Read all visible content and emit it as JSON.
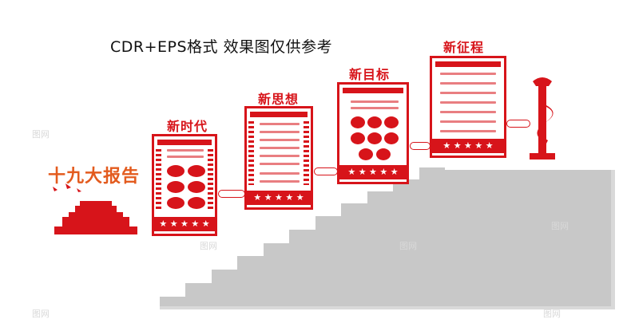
{
  "header": {
    "caption": "CDR+EPS格式  效果图仅供参考"
  },
  "logo": {
    "text": "十九大报告"
  },
  "panels": [
    {
      "title": "新时代"
    },
    {
      "title": "新思想"
    },
    {
      "title": "新目标"
    },
    {
      "title": "新征程"
    }
  ],
  "stars": "★ ★ ★ ★ ★",
  "watermark": "图网",
  "colors": {
    "accent": "#d7141a",
    "stairs": "#c6c6c6",
    "logo": "#e35b1e"
  }
}
